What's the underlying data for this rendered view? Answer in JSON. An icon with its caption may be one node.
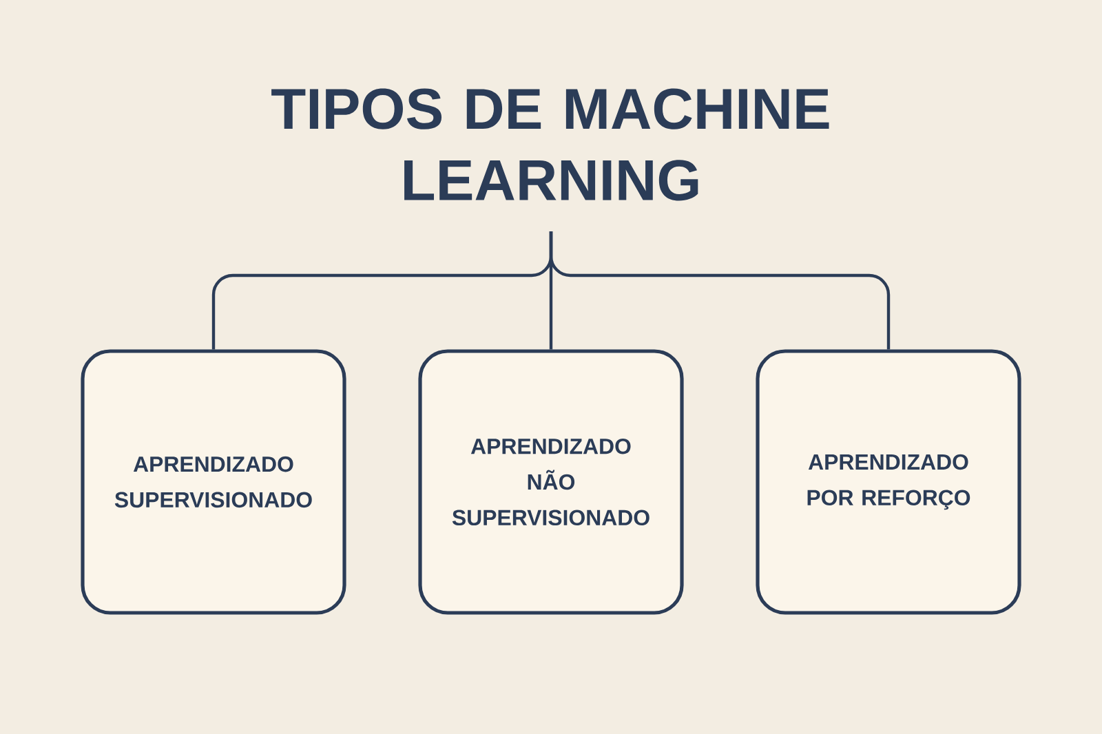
{
  "diagram": {
    "title": "TIPOS DE MACHINE LEARNING",
    "nodes": [
      {
        "text": [
          "APRENDIZADO SUPERVISIONADO"
        ]
      },
      {
        "text": [
          "APRENDIZADO NÃO SUPERVISIONADO"
        ]
      },
      {
        "text": [
          "APRENDIZADO POR REFORÇO"
        ]
      }
    ],
    "edges": [
      {
        "from": null,
        "to": 0,
        "arrow": "none"
      },
      {
        "from": null,
        "to": 1,
        "arrow": "none"
      },
      {
        "from": null,
        "to": 2,
        "arrow": "none"
      }
    ]
  }
}
